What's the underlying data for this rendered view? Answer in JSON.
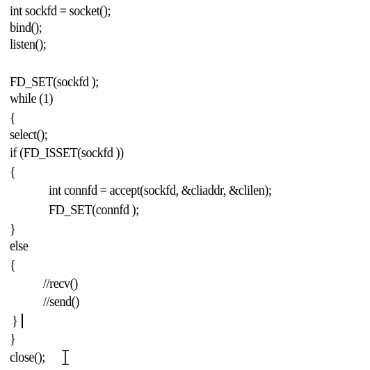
{
  "code": {
    "lines": [
      "int sockfd = socket();",
      "bind();",
      "listen();",
      "",
      "FD_SET(sockfd );",
      "while (1)",
      "{",
      "select();",
      "if (FD_ISSET(sockfd ))",
      "{",
      "int connfd = accept(sockfd, &cliaddr, &clilen);",
      "FD_SET(connfd );",
      "}",
      "else",
      "{",
      "//recv()",
      "//send()",
      "}",
      "}",
      "close();"
    ]
  },
  "cursors": {
    "text_caret_icon": "text-caret",
    "mouse_cursor_icon": "i-beam-cursor"
  }
}
